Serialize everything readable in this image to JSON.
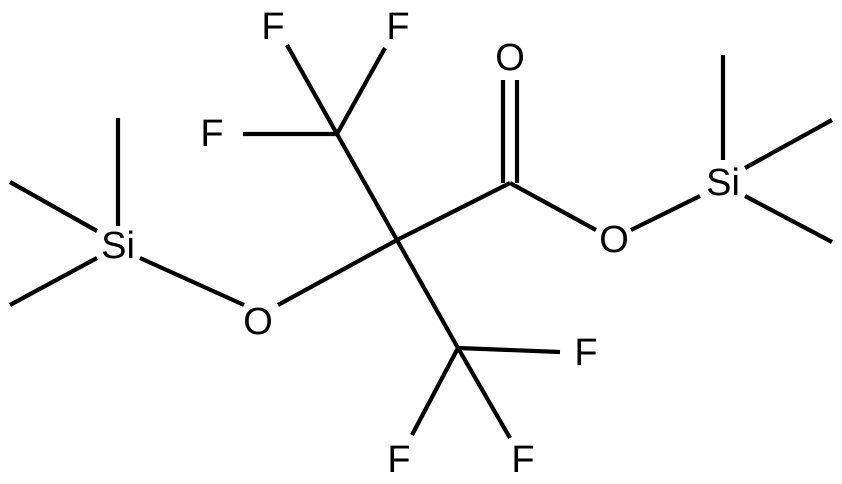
{
  "molecule": {
    "atoms": {
      "f1": "F",
      "f2": "F",
      "f3": "F",
      "o_carbonyl": "O",
      "si_left": "Si",
      "o_ether": "O",
      "o_ester": "O",
      "si_right": "Si",
      "f4": "F",
      "f5": "F",
      "f6": "F"
    }
  },
  "colors": {
    "bond": "#000000",
    "label": "#000000",
    "background": "#ffffff"
  }
}
